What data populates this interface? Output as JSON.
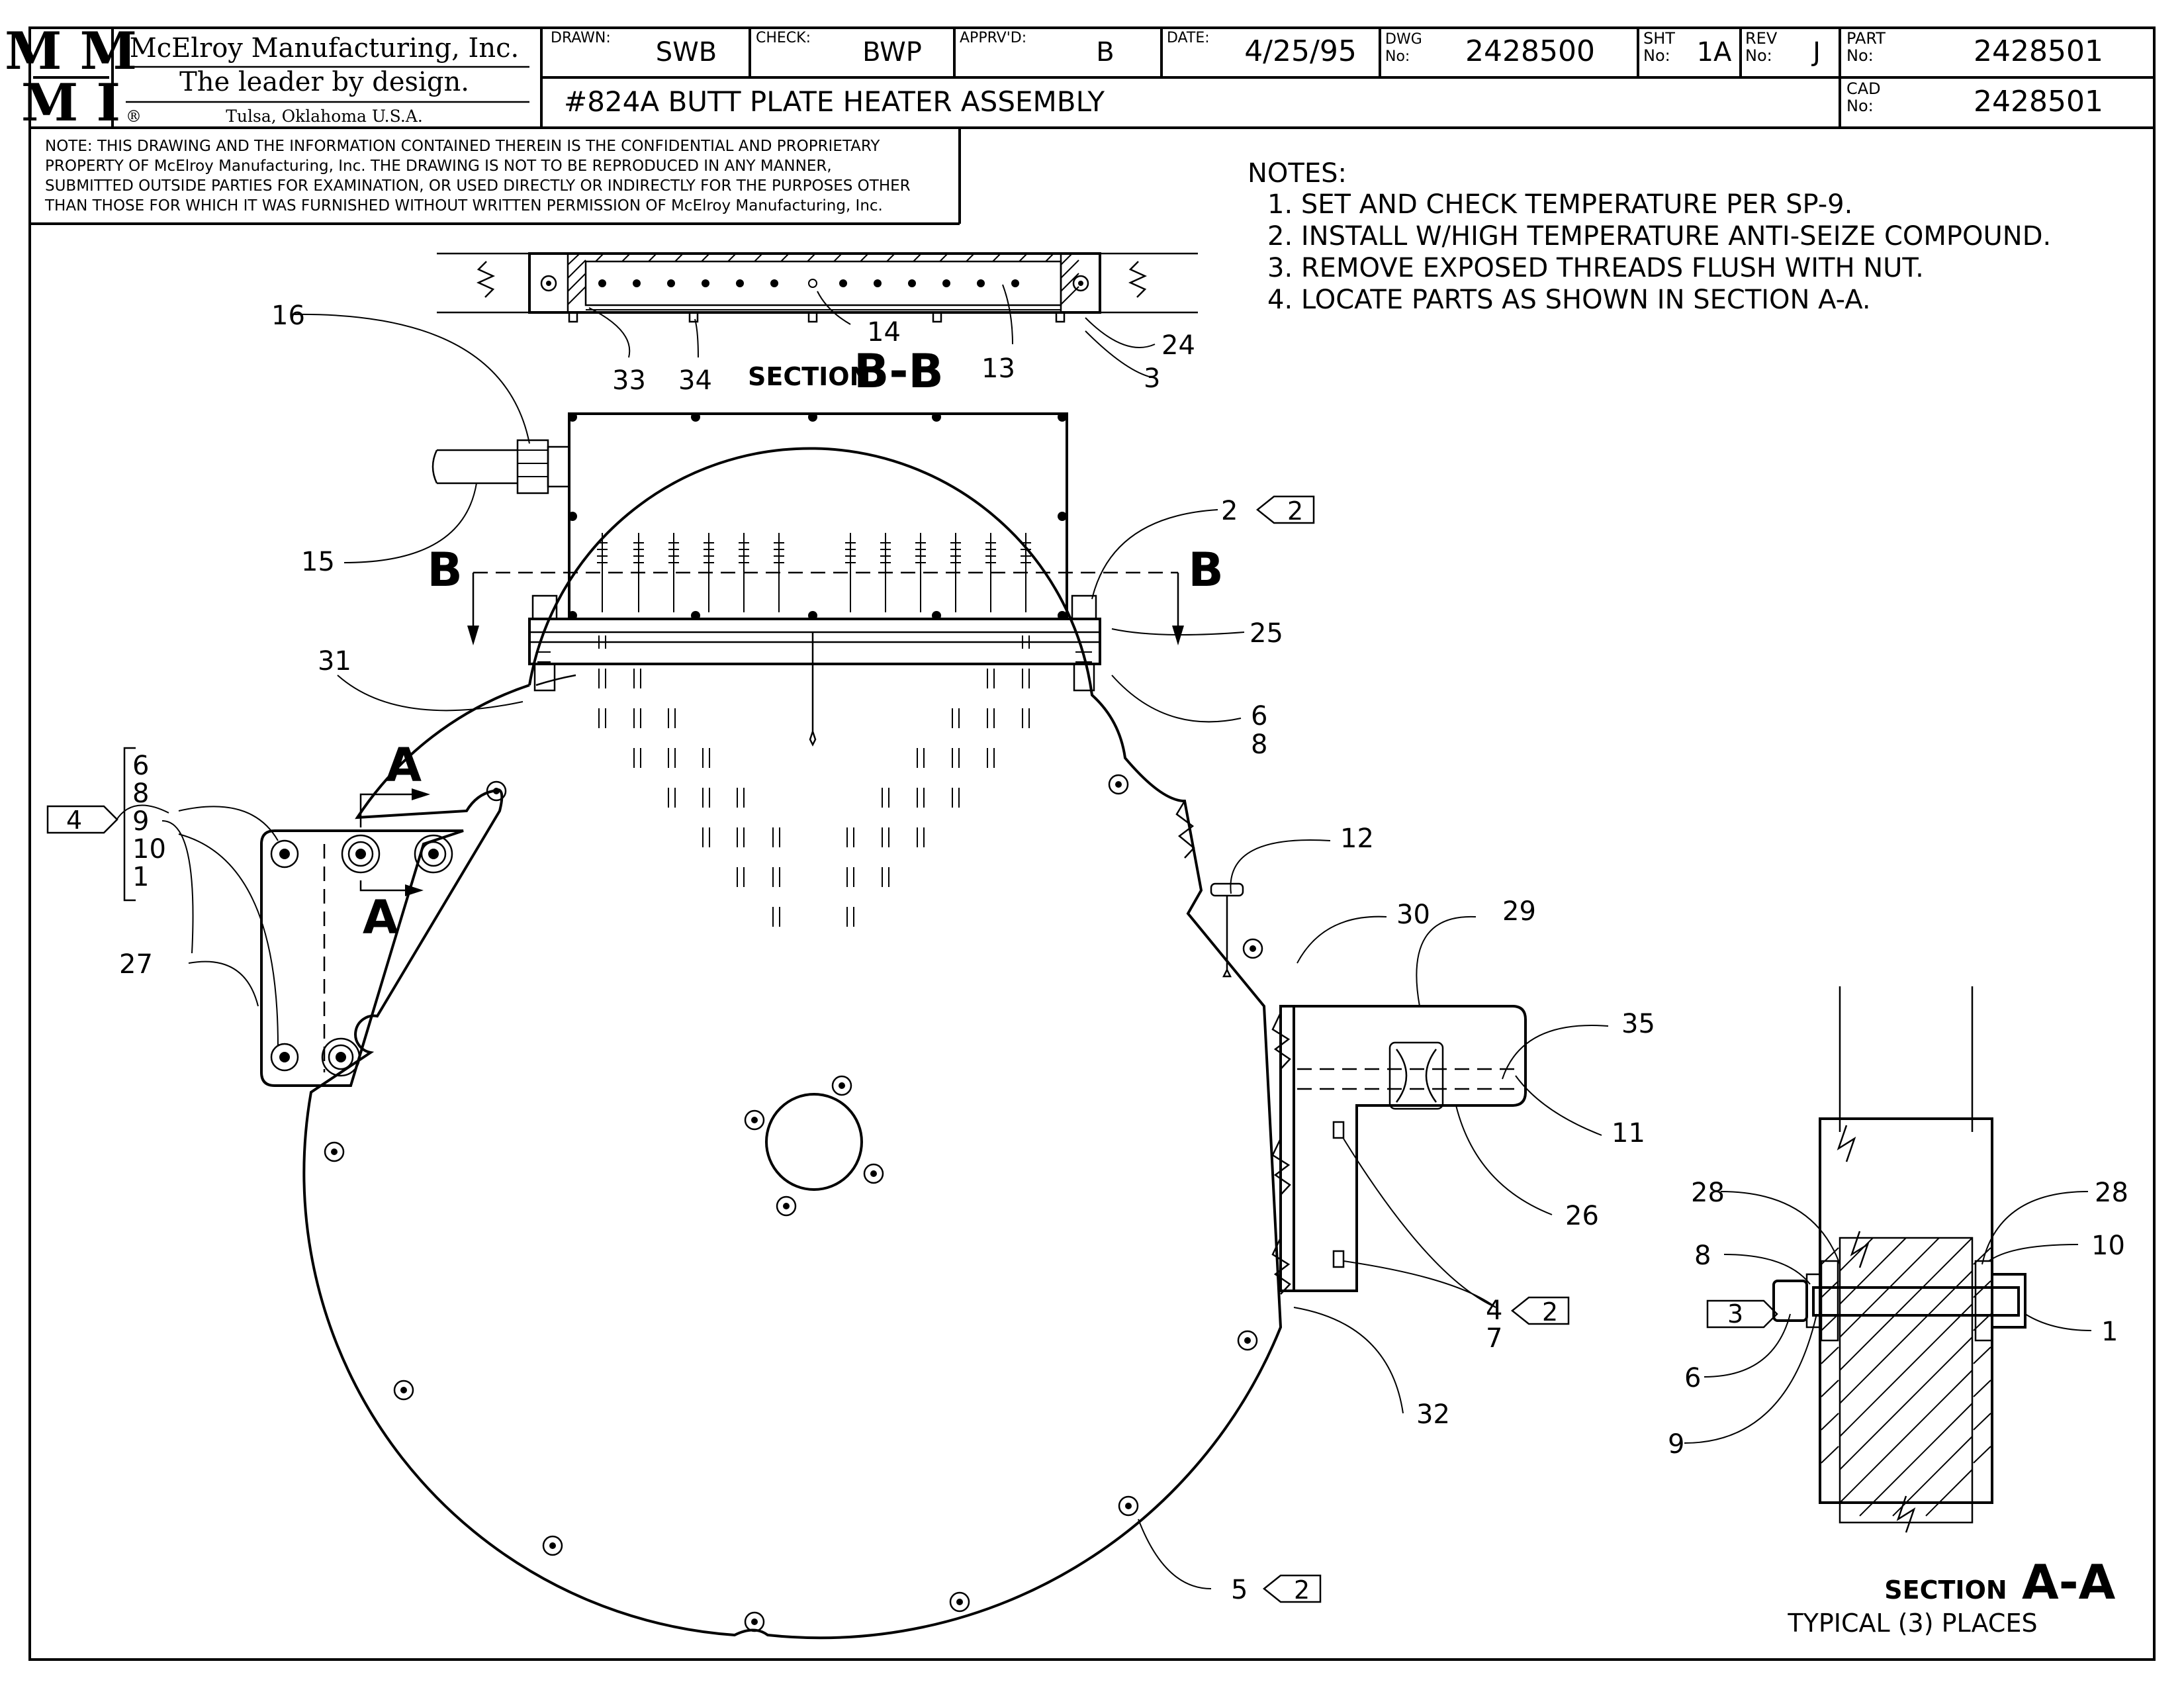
{
  "title_block": {
    "logo_top": "M M",
    "logo_bottom": "M I",
    "company": "McElroy Manufacturing, Inc.",
    "slogan": "The leader by design.",
    "registered": "®",
    "location": "Tulsa, Oklahoma U.S.A.",
    "drawn_label": "DRAWN:",
    "drawn": "SWB",
    "check_label": "CHECK:",
    "check": "BWP",
    "apprvd_label": "APPRV'D:",
    "apprvd": "B",
    "date_label": "DATE:",
    "date": "4/25/95",
    "dwg_label_1": "DWG",
    "dwg_label_2": "No:",
    "dwg": "2428500",
    "sht_label_1": "SHT",
    "sht_label_2": "No:",
    "sht": "1A",
    "rev_label_1": "REV",
    "rev_label_2": "No:",
    "rev": "J",
    "part_label_1": "PART",
    "part_label_2": "No:",
    "part": "2428501",
    "cad_label_1": "CAD",
    "cad_label_2": "No:",
    "cad": "2428501",
    "drawing_title": "#824A BUTT PLATE HEATER ASSEMBLY"
  },
  "confidential": [
    "NOTE: THIS DRAWING AND THE INFORMATION CONTAINED THEREIN IS THE CONFIDENTIAL AND PROPRIETARY",
    "PROPERTY OF McElroy Manufacturing, Inc. THE DRAWING IS NOT TO BE REPRODUCED IN ANY MANNER,",
    "SUBMITTED OUTSIDE PARTIES FOR EXAMINATION, OR USED DIRECTLY OR INDIRECTLY FOR THE PURPOSES OTHER",
    "THAN THOSE FOR WHICH IT WAS FURNISHED WITHOUT WRITTEN PERMISSION OF McElroy Manufacturing, Inc."
  ],
  "notes": {
    "heading": "NOTES:",
    "items": [
      "1. SET AND CHECK TEMPERATURE PER SP-9.",
      "2. INSTALL W/HIGH TEMPERATURE ANTI-SEIZE COMPOUND.",
      "3. REMOVE EXPOSED THREADS FLUSH WITH NUT.",
      "4. LOCATE PARTS AS SHOWN IN SECTION A-A."
    ]
  },
  "views": {
    "section_word": "SECTION",
    "section_bb": "B-B",
    "section_aa": "A-A",
    "typical": "TYPICAL (3) PLACES",
    "cut_b": "B",
    "cut_a": "A"
  },
  "callouts": {
    "c1": "1",
    "c2": "2",
    "c3": "3",
    "c4": "4",
    "c5": "5",
    "c6": "6",
    "c7": "7",
    "c8": "8",
    "c9": "9",
    "c10": "10",
    "c11": "11",
    "c12": "12",
    "c13": "13",
    "c14": "14",
    "c15": "15",
    "c16": "16",
    "c24": "24",
    "c25": "25",
    "c26": "26",
    "c27": "27",
    "c28": "28",
    "c29": "29",
    "c30": "30",
    "c31": "31",
    "c32": "32",
    "c33": "33",
    "c34": "34",
    "c35": "35",
    "stack": [
      "6",
      "8",
      "9",
      "10",
      "1"
    ]
  },
  "note_flags": {
    "f2_top": "2",
    "f2_mid": "2",
    "f2_bot": "2",
    "f3": "3",
    "f4": "4"
  }
}
